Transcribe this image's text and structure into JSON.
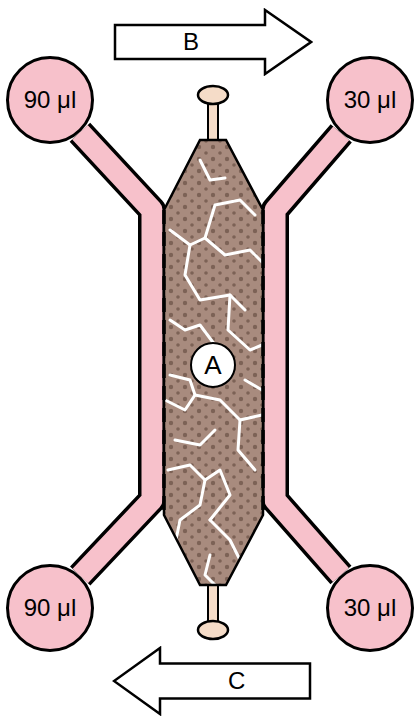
{
  "diagram": {
    "nodes": [
      {
        "text": [
          "B"
        ]
      },
      {
        "text": [
          "90 μl"
        ]
      },
      {
        "text": [
          "30 μl"
        ]
      },
      {
        "text": [
          "A"
        ]
      },
      {
        "text": [
          "90 μl"
        ]
      },
      {
        "text": [
          "30 μl"
        ]
      },
      {
        "text": [
          "C"
        ]
      }
    ],
    "edges": [
      {
        "from": 1,
        "to": 4,
        "arrow": "none"
      },
      {
        "from": 2,
        "to": 5,
        "arrow": "none"
      }
    ]
  }
}
